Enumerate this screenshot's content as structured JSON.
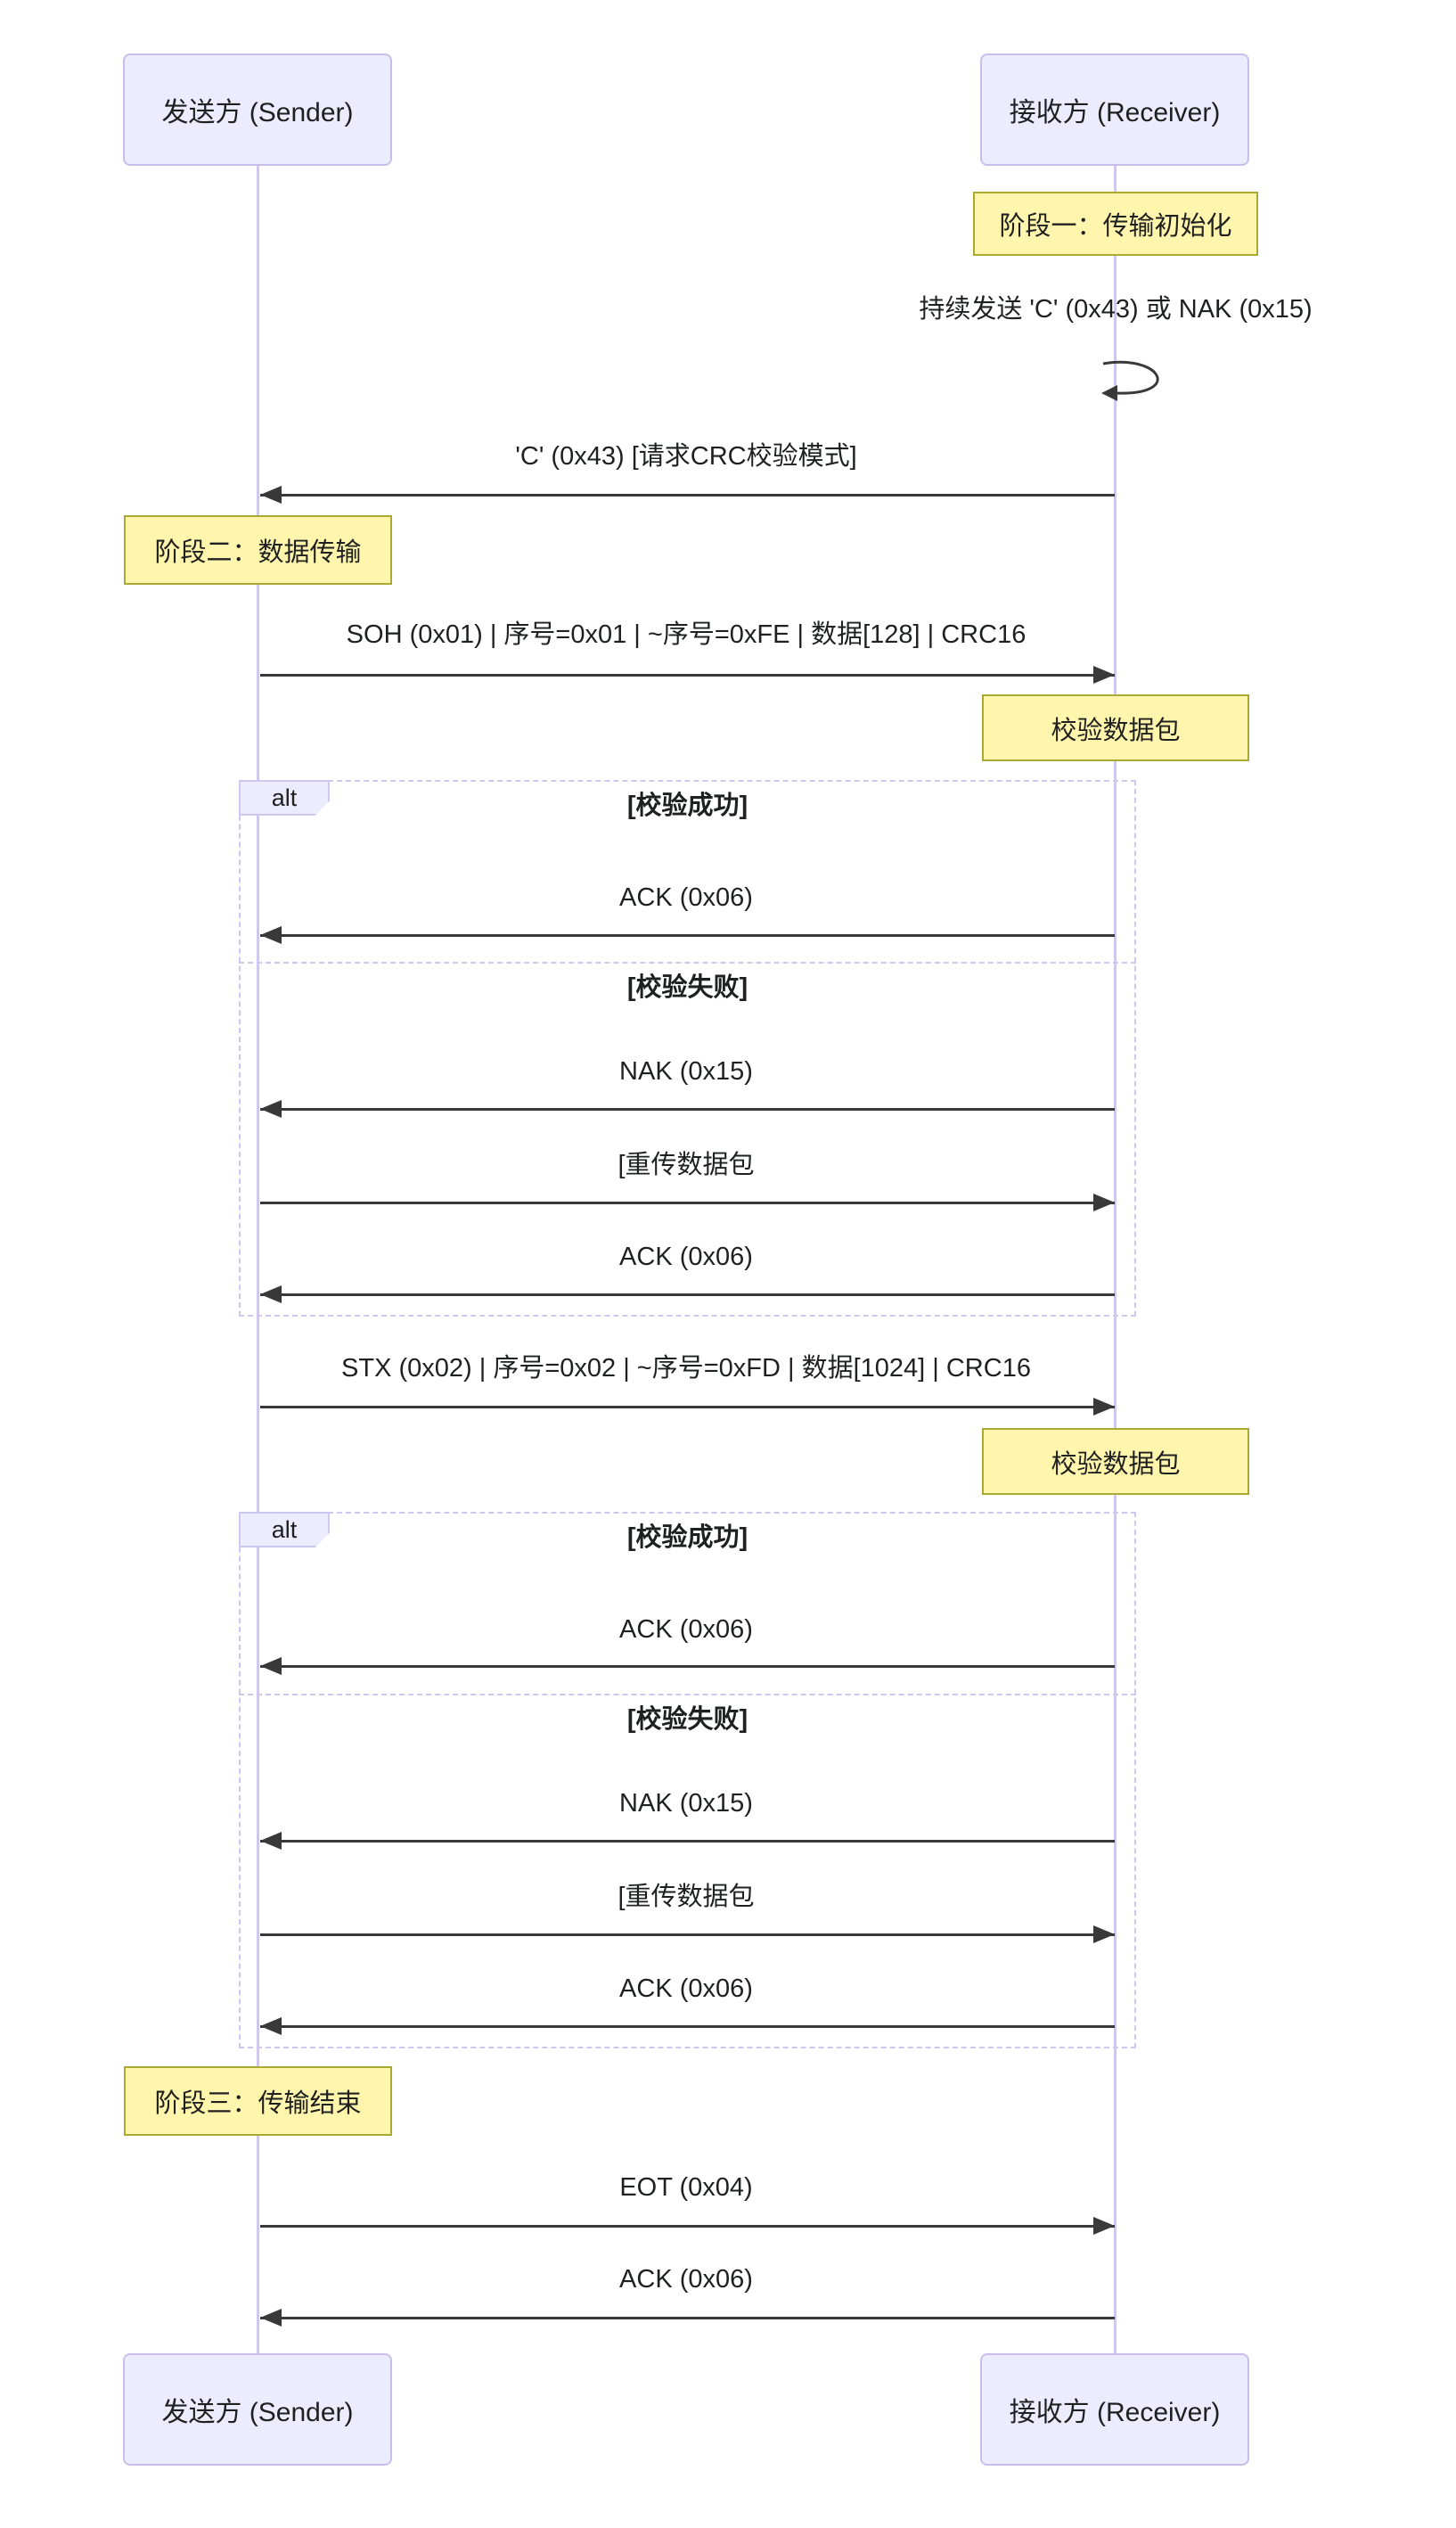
{
  "diagram": {
    "kind": "sequence-diagram",
    "protocol": "XMODEM",
    "actors": [
      {
        "id": "sender",
        "label": "发送方 (Sender)"
      },
      {
        "id": "receiver",
        "label": "接收方 (Receiver)"
      }
    ],
    "notes": [
      {
        "text": "阶段一：传输初始化",
        "over": "receiver"
      },
      {
        "text": "阶段二：数据传输",
        "over": "sender"
      },
      {
        "text": "校验数据包",
        "over": "receiver"
      },
      {
        "text": "校验数据包",
        "over": "receiver"
      },
      {
        "text": "阶段三：传输结束",
        "over": "sender"
      }
    ],
    "messages": [
      {
        "text": "持续发送 'C' (0x43) 或 NAK (0x15)",
        "from": "receiver",
        "to": "receiver",
        "kind": "self-loop"
      },
      {
        "text": "'C' (0x43) [请求CRC校验模式]",
        "from": "receiver",
        "to": "sender"
      },
      {
        "text": "SOH (0x01) | 序号=0x01 | ~序号=0xFE | 数据[128] | CRC16",
        "from": "sender",
        "to": "receiver"
      },
      {
        "text": "ACK (0x06)",
        "from": "receiver",
        "to": "sender"
      },
      {
        "text": "NAK (0x15)",
        "from": "receiver",
        "to": "sender"
      },
      {
        "text": "[重传数据包",
        "from": "sender",
        "to": "receiver"
      },
      {
        "text": "ACK (0x06)",
        "from": "receiver",
        "to": "sender"
      },
      {
        "text": "STX (0x02) | 序号=0x02 | ~序号=0xFD | 数据[1024] | CRC16",
        "from": "sender",
        "to": "receiver"
      },
      {
        "text": "ACK (0x06)",
        "from": "receiver",
        "to": "sender"
      },
      {
        "text": "NAK (0x15)",
        "from": "receiver",
        "to": "sender"
      },
      {
        "text": "[重传数据包",
        "from": "sender",
        "to": "receiver"
      },
      {
        "text": "ACK (0x06)",
        "from": "receiver",
        "to": "sender"
      },
      {
        "text": "EOT (0x04)",
        "from": "sender",
        "to": "receiver"
      },
      {
        "text": "ACK (0x06)",
        "from": "receiver",
        "to": "sender"
      }
    ],
    "alt_blocks": [
      {
        "label": "alt",
        "branches": [
          "[校验成功]",
          "[校验失败]"
        ]
      },
      {
        "label": "alt",
        "branches": [
          "[校验成功]",
          "[校验失败]"
        ]
      }
    ],
    "colors": {
      "actor_fill": "#ECECFF",
      "actor_border": "#C9BEEB",
      "note_fill": "#FFF5AD",
      "note_border": "#AAAA33",
      "lifeline": "#CFC7EF",
      "frame_border": "#CFC7EF",
      "arrow": "#393939",
      "text": "#1F2020",
      "background": "#FFFFFF"
    }
  }
}
